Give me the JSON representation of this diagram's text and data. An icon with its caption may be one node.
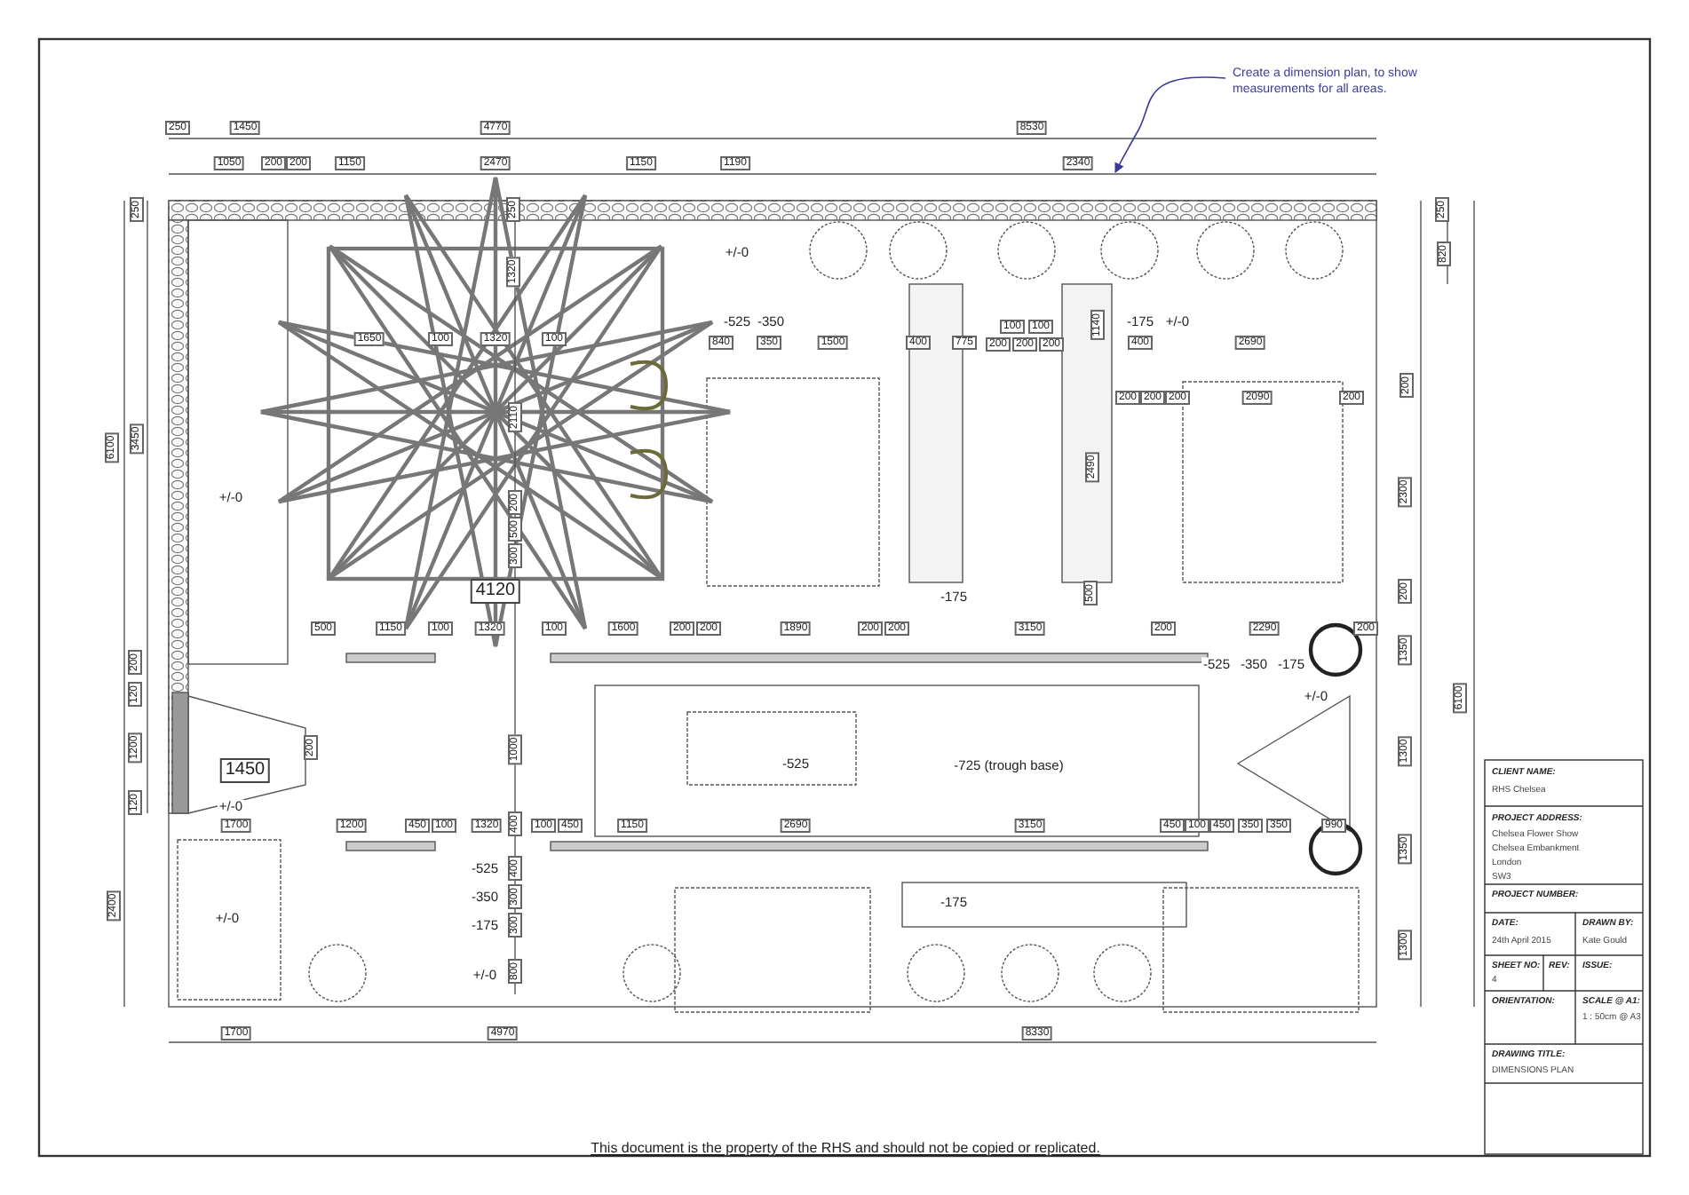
{
  "diagram": {
    "nodes": [
      {
        "text": [
          "Create a dimension plan, to show measurements for all areas."
        ]
      },
      {
        "text": [],
        "shape": "line"
      }
    ],
    "edges": [
      {
        "from": 0,
        "to": 1,
        "arrow": "to"
      }
    ],
    "labels": [
      "250",
      "1450",
      "4770",
      "8530",
      "1050",
      "200",
      "200",
      "1150",
      "2470",
      "1150",
      "1190",
      "2340",
      "250",
      "250",
      "250",
      "+/-0",
      "820",
      "1320",
      "-525",
      "-350",
      "-175",
      "+/-0",
      "1140",
      "100",
      "100",
      "1650",
      "100",
      "1320",
      "100",
      "840",
      "350",
      "1500",
      "400",
      "775",
      "200",
      "200",
      "200",
      "400",
      "2690",
      "200",
      "200",
      "200",
      "200",
      "2090",
      "200",
      "6100",
      "3450",
      "2110",
      "2490",
      "2300",
      "+/-0",
      "200",
      "500",
      "300",
      "4120",
      "200",
      "-175",
      "500",
      "500",
      "1150",
      "100",
      "1320",
      "100",
      "1600",
      "200",
      "200",
      "1890",
      "200",
      "200",
      "3150",
      "200",
      "2290",
      "200",
      "1350",
      "200",
      "-525",
      "-350",
      "-175",
      "120",
      "+/-0",
      "6100",
      "1200",
      "1450",
      "200",
      "1000",
      "-525",
      "-725 (trough base)",
      "1300",
      "120",
      "+/-0",
      "1700",
      "1200",
      "450",
      "100",
      "1320",
      "400",
      "100",
      "450",
      "1150",
      "2690",
      "3150",
      "450",
      "100",
      "450",
      "350",
      "350",
      "990",
      "1350",
      "-525",
      "400",
      "-350",
      "300",
      "2400",
      "-175",
      "+/-0",
      "-175",
      "300",
      "1300",
      "+/-0",
      "800",
      "1700",
      "4970",
      "8330",
      "CLIENT NAME:",
      "RHS Chelsea",
      "PROJECT ADDRESS:",
      "Chelsea Flower Show",
      "Chelsea Embankment",
      "London",
      "SW3",
      "PROJECT NUMBER:",
      "DATE:",
      "DRAWN BY:",
      "24th April 2015",
      "Kate Gould",
      "SHEET NO:",
      "REV:",
      "ISSUE:",
      "4",
      "ORIENTATION:",
      "SCALE @ A1:",
      "1 : 50cm @ A3",
      "DRAWING TITLE:",
      "DIMENSIONS PLAN",
      "This document is the property of the RHS and should not be copied or replicated."
    ]
  }
}
